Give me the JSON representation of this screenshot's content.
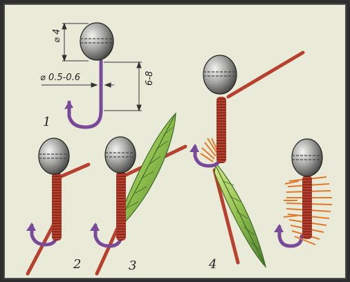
{
  "figure": {
    "colors": {
      "paper": "#e9ead8",
      "frame": "#3b3b3b",
      "thread": "#b8402e",
      "thread_dark": "#7a2418",
      "hook": "#7a4a9a",
      "lead": "#8f8f8f",
      "feather_green": "#9cc85a",
      "feather_dark": "#3f6a28",
      "bristle": "#e07a2a"
    },
    "panels": [
      {
        "number": "1"
      },
      {
        "number": "2"
      },
      {
        "number": "3"
      },
      {
        "number": "4"
      }
    ],
    "dimensions": {
      "head_diameter": "⌀ 4",
      "wire_diameter": "⌀ 0.5-0.6",
      "shank_length": "6-8"
    }
  }
}
